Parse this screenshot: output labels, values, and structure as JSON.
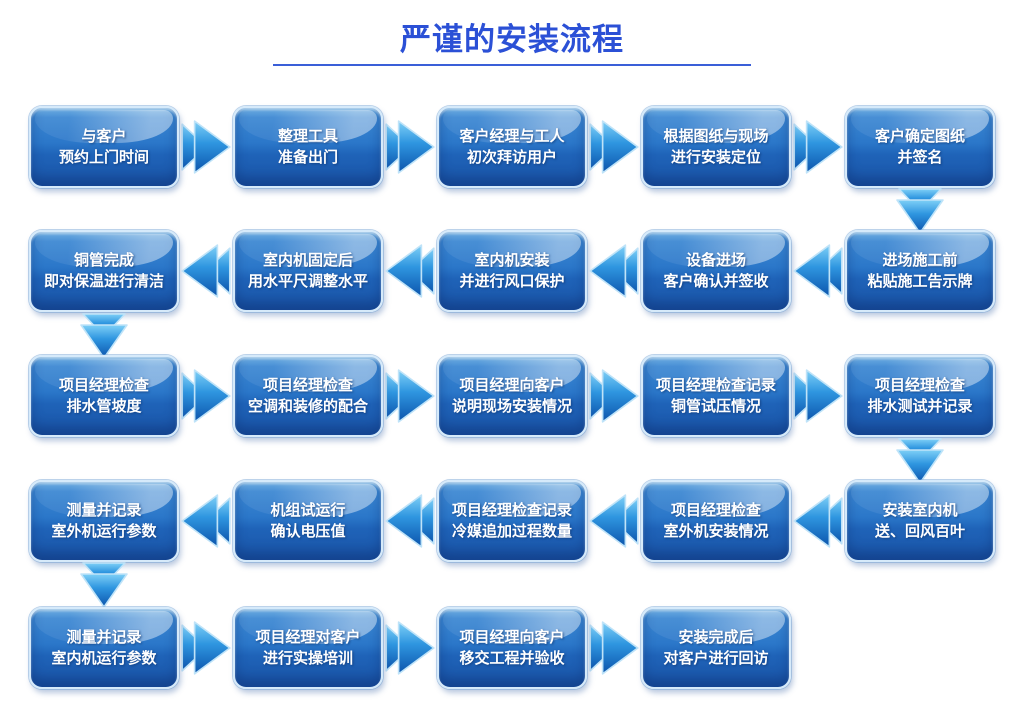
{
  "title": {
    "text": "严谨的安装流程"
  },
  "style_tokens": {
    "title_color": "#2b50d6",
    "underline_color": "#3a5fd8",
    "box_gradient_top": "#66abe1",
    "box_gradient_bottom": "#1a55a8",
    "box_border": "#d6eafa",
    "box_text_color": "#ffffff",
    "arrow_gradient_light": "#7fd0f7",
    "arrow_gradient_dark": "#0c54ac"
  },
  "icons": {
    "right_arrow": "double-chevron-right",
    "left_arrow": "double-chevron-left",
    "down_arrow": "double-chevron-down"
  },
  "flow": {
    "rows": [
      {
        "direction": "right",
        "boxes": [
          {
            "line1": "与客户",
            "line2": "预约上门时间"
          },
          {
            "line1": "整理工具",
            "line2": "准备出门"
          },
          {
            "line1": "客户经理与工人",
            "line2": "初次拜访用户"
          },
          {
            "line1": "根据图纸与现场",
            "line2": "进行安装定位"
          },
          {
            "line1": "客户确定图纸",
            "line2": "并签名"
          }
        ]
      },
      {
        "direction": "left",
        "boxes": [
          {
            "line1": "铜管完成",
            "line2": "即对保温进行清洁"
          },
          {
            "line1": "室内机固定后",
            "line2": "用水平尺调整水平"
          },
          {
            "line1": "室内机安装",
            "line2": "并进行风口保护"
          },
          {
            "line1": "设备进场",
            "line2": "客户确认并签收"
          },
          {
            "line1": "进场施工前",
            "line2": "粘贴施工告示牌"
          }
        ]
      },
      {
        "direction": "right",
        "boxes": [
          {
            "line1": "项目经理检查",
            "line2": "排水管坡度"
          },
          {
            "line1": "项目经理检查",
            "line2": "空调和装修的配合"
          },
          {
            "line1": "项目经理向客户",
            "line2": "说明现场安装情况"
          },
          {
            "line1": "项目经理检查记录",
            "line2": "铜管试压情况"
          },
          {
            "line1": "项目经理检查",
            "line2": "排水测试并记录"
          }
        ]
      },
      {
        "direction": "left",
        "boxes": [
          {
            "line1": "测量并记录",
            "line2": "室外机运行参数"
          },
          {
            "line1": "机组试运行",
            "line2": "确认电压值"
          },
          {
            "line1": "项目经理检查记录",
            "line2": "冷媒追加过程数量"
          },
          {
            "line1": "项目经理检查",
            "line2": "室外机安装情况"
          },
          {
            "line1": "安装室内机",
            "line2": "送、回风百叶"
          }
        ]
      },
      {
        "direction": "right",
        "boxes": [
          {
            "line1": "测量并记录",
            "line2": "室内机运行参数"
          },
          {
            "line1": "项目经理对客户",
            "line2": "进行实操培训"
          },
          {
            "line1": "项目经理向客户",
            "line2": "移交工程并验收"
          },
          {
            "line1": "安装完成后",
            "line2": "对客户进行回访"
          }
        ]
      }
    ]
  }
}
